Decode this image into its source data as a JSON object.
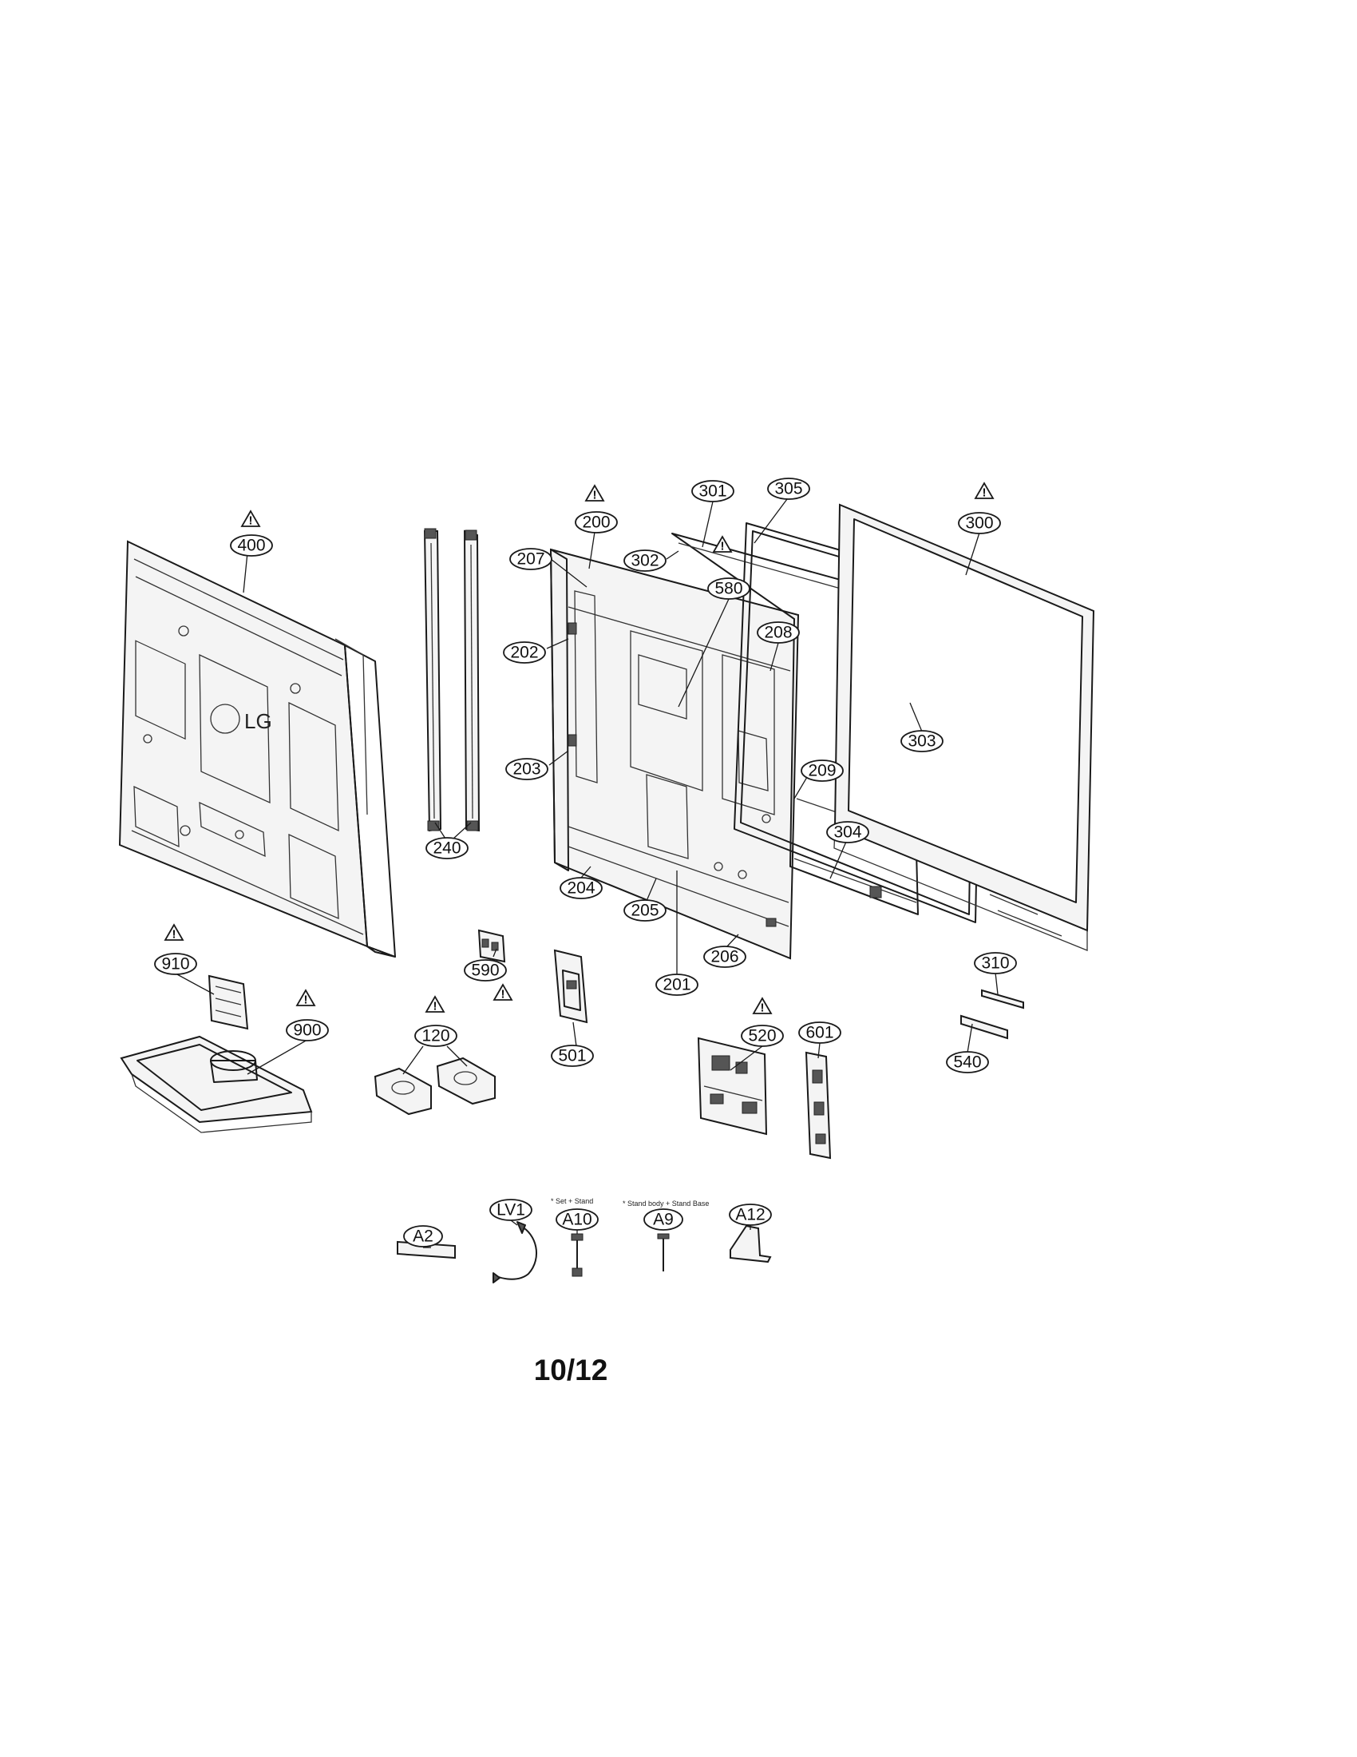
{
  "page_number": "10/12",
  "logo_text": "LG",
  "notes": {
    "a10": "* Set + Stand",
    "a9": "* Stand body + Stand Base"
  },
  "warning_symbol": "!",
  "callouts": {
    "c400": "400",
    "c240": "240",
    "c200": "200",
    "c207": "207",
    "c202": "202",
    "c203": "203",
    "c204": "204",
    "c205": "205",
    "c201": "201",
    "c206": "206",
    "c208": "208",
    "c209": "209",
    "c580": "580",
    "c301": "301",
    "c302": "302",
    "c305": "305",
    "c303": "303",
    "c304": "304",
    "c300": "300",
    "c310": "310",
    "c540": "540",
    "c910": "910",
    "c900": "900",
    "c590": "590",
    "c120": "120",
    "c501": "501",
    "c520": "520",
    "c601": "601",
    "cA2": "A2",
    "cLV1": "LV1",
    "cA10": "A10",
    "cA9": "A9",
    "cA12": "A12"
  }
}
